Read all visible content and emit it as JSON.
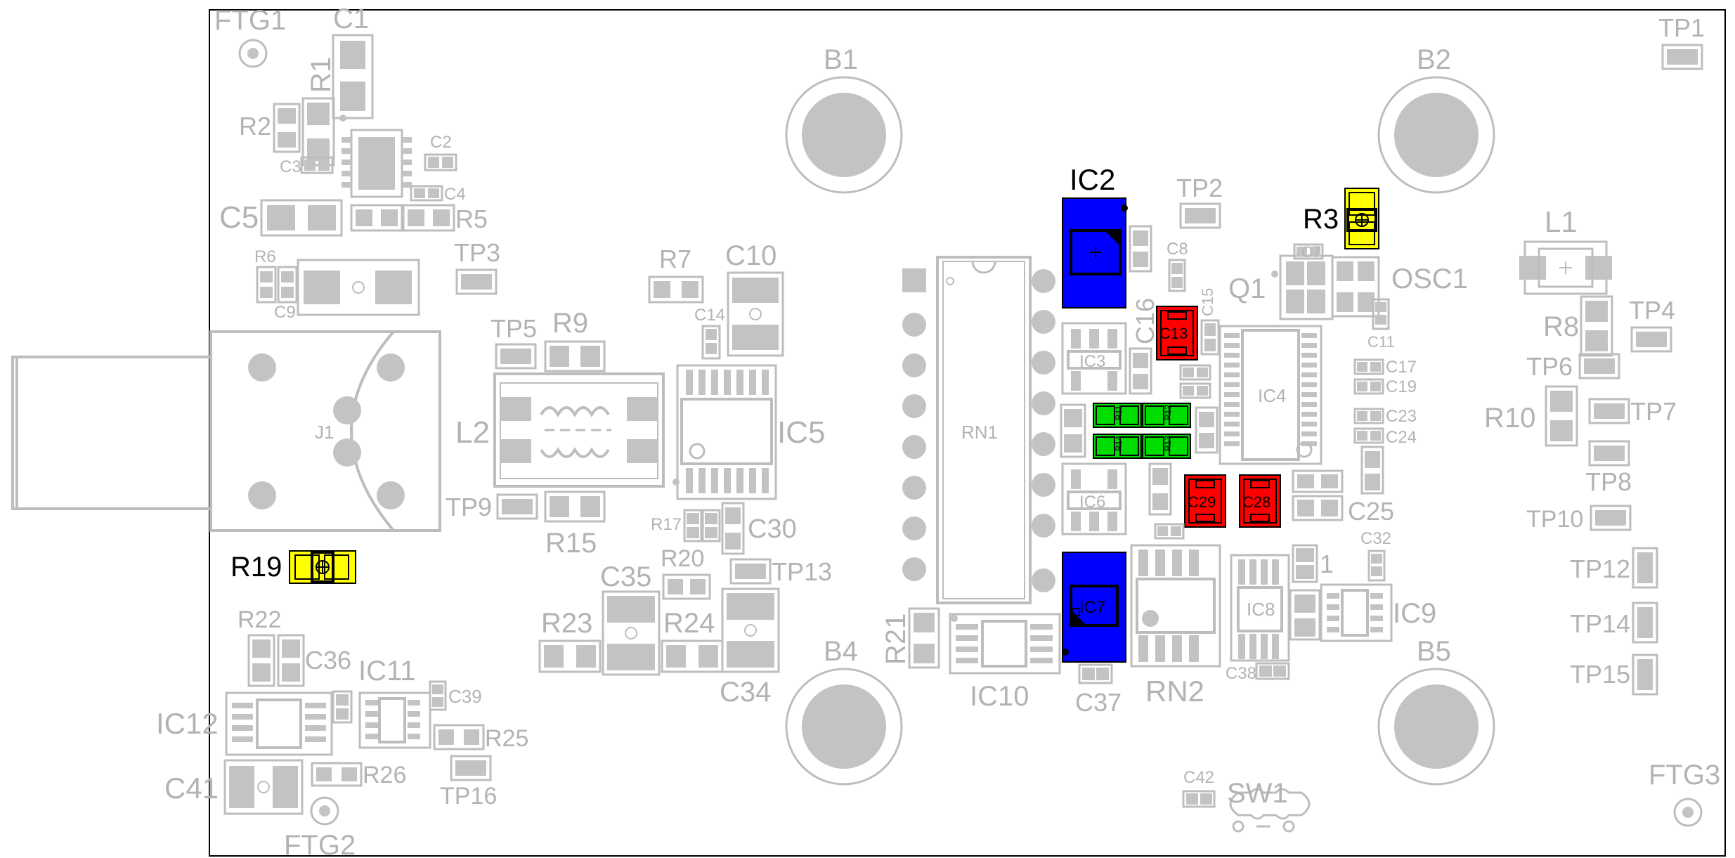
{
  "colors": {
    "silkscreen": "#bdbdbd",
    "pad": "#c3c3c3",
    "board_edge": "#000000",
    "highlight_yellow": "#ffff00",
    "highlight_blue": "#0000ff",
    "highlight_red": "#ff0000",
    "highlight_green": "#00dd00"
  },
  "labels": {
    "FTG1": "FTG1",
    "FTG2": "FTG2",
    "FTG3": "FTG3",
    "C1": "C1",
    "R1": "R1",
    "R2": "R2",
    "C2": "C2",
    "C3": "C3",
    "C4": "C4",
    "C5": "C5",
    "R5": "R5",
    "R6": "R6",
    "C9": "C9",
    "TP3": "TP3",
    "TP5": "TP5",
    "R9": "R9",
    "L2": "L2",
    "TP9": "TP9",
    "R15": "R15",
    "J1": "J1",
    "R7": "R7",
    "C10": "C10",
    "C14": "C14",
    "IC5": "IC5",
    "R17": "R17",
    "C30": "C30",
    "R20": "R20",
    "TP13": "TP13",
    "C35": "C35",
    "R23": "R23",
    "R24": "R24",
    "C34": "C34",
    "R22": "R22",
    "C36": "C36",
    "IC11": "IC11",
    "C39": "C39",
    "IC12": "IC12",
    "R25": "R25",
    "C41": "C41",
    "R26": "R26",
    "TP16": "TP16",
    "B1": "B1",
    "B2": "B2",
    "B4": "B4",
    "B5": "B5",
    "TP1": "TP1",
    "TP2": "TP2",
    "C8": "C8",
    "C16": "C16",
    "C15": "C15",
    "RN1": "RN1",
    "IC3": "IC3",
    "IC6": "IC6",
    "Q1": "Q1",
    "C7": "C7",
    "OSC1": "OSC1",
    "C11": "C11",
    "IC4": "IC4",
    "C17": "C17",
    "C19": "C19",
    "C23": "C23",
    "C24": "C24",
    "C25": "C25",
    "C32": "C32",
    "IC9": "IC9",
    "IC8": "IC8",
    "C38": "C38",
    "RN2": "RN2",
    "C37": "C37",
    "IC10": "IC10",
    "R21": "R21",
    "L1": "L1",
    "TP4": "TP4",
    "R8": "R8",
    "TP6": "TP6",
    "R10": "R10",
    "TP7": "TP7",
    "TP8": "TP8",
    "TP10": "TP10",
    "TP12": "TP12",
    "TP14": "TP14",
    "TP15": "TP15",
    "C42": "C42",
    "SW1": "SW1",
    "one": "1"
  },
  "highlighted": {
    "IC2": "IC2",
    "IC7": "IC7",
    "R3": "R3",
    "R19": "R19",
    "C13": "C13",
    "C29": "C29",
    "C28": "C28",
    "R11": "R11",
    "R12": "R12",
    "R13": "R13",
    "R14": "R14"
  }
}
